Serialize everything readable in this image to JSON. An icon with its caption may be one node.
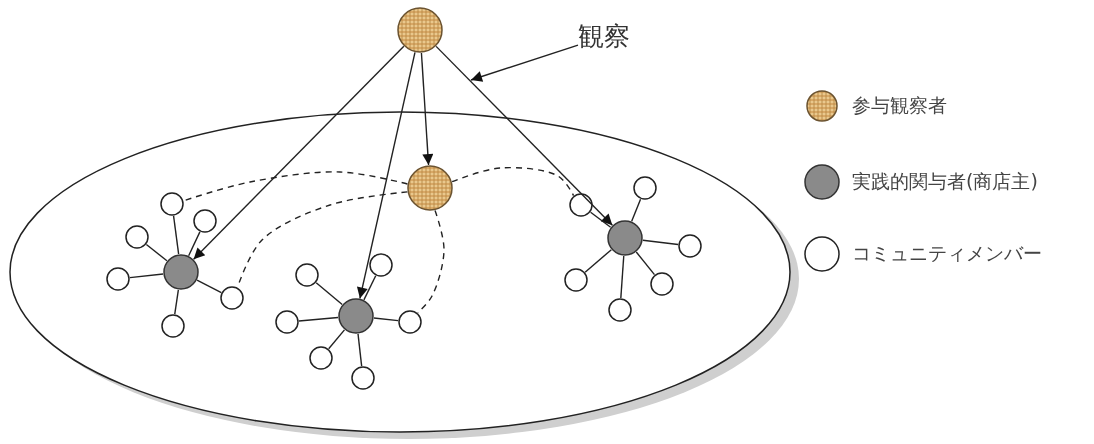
{
  "diagram": {
    "nodes": [
      {
        "text": [],
        "shape": "circle"
      },
      {
        "text": [
          "観察"
        ]
      },
      {
        "text": [],
        "shape": "ellipse"
      },
      {
        "text": [],
        "shape": "circle",
        "in": 2
      },
      {
        "text": [],
        "shape": "circle",
        "in": 2
      },
      {
        "text": [],
        "shape": "circle",
        "in": 2
      },
      {
        "text": [],
        "shape": "circle",
        "in": 2
      },
      {
        "text": [],
        "shape": "circle",
        "in": 2
      },
      {
        "text": [],
        "shape": "circle",
        "in": 2
      },
      {
        "text": [],
        "shape": "circle",
        "in": 2
      },
      {
        "text": [],
        "shape": "circle",
        "in": 2
      },
      {
        "text": [],
        "shape": "circle",
        "in": 2
      },
      {
        "text": [],
        "shape": "circle",
        "in": 2
      },
      {
        "text": [],
        "shape": "circle",
        "in": 2
      },
      {
        "text": [],
        "shape": "circle",
        "in": 2
      },
      {
        "text": [],
        "shape": "circle",
        "in": 2
      },
      {
        "text": [],
        "shape": "circle",
        "in": 2
      },
      {
        "text": [],
        "shape": "circle",
        "in": 2
      },
      {
        "text": [],
        "shape": "circle",
        "in": 2
      },
      {
        "text": [],
        "shape": "circle",
        "in": 2
      },
      {
        "text": [],
        "shape": "circle",
        "in": 2
      },
      {
        "text": [],
        "shape": "circle",
        "in": 2
      },
      {
        "text": [],
        "shape": "circle",
        "in": 2
      },
      {
        "text": [],
        "shape": "circle",
        "in": 2
      },
      {
        "text": [],
        "shape": "circle",
        "in": 2
      }
    ],
    "edges": [
      {
        "from": 0,
        "to": 4,
        "arrow": "to"
      },
      {
        "from": 0,
        "to": 11,
        "arrow": "to"
      },
      {
        "from": 0,
        "to": 3,
        "arrow": "to"
      },
      {
        "from": 0,
        "to": 18,
        "arrow": "to"
      },
      {
        "from": 1,
        "to": null,
        "arrow": "to"
      },
      {
        "from": 4,
        "to": 5,
        "arrow": "none"
      },
      {
        "from": 4,
        "to": 6,
        "arrow": "none"
      },
      {
        "from": 4,
        "to": 7,
        "arrow": "none"
      },
      {
        "from": 4,
        "to": 8,
        "arrow": "none"
      },
      {
        "from": 4,
        "to": 9,
        "arrow": "none"
      },
      {
        "from": 4,
        "to": 10,
        "arrow": "none"
      },
      {
        "from": 11,
        "to": 12,
        "arrow": "none"
      },
      {
        "from": 11,
        "to": 13,
        "arrow": "none"
      },
      {
        "from": 11,
        "to": 14,
        "arrow": "none"
      },
      {
        "from": 11,
        "to": 15,
        "arrow": "none"
      },
      {
        "from": 11,
        "to": 16,
        "arrow": "none"
      },
      {
        "from": 11,
        "to": 17,
        "arrow": "none"
      },
      {
        "from": 18,
        "to": 19,
        "arrow": "none"
      },
      {
        "from": 18,
        "to": 20,
        "arrow": "none"
      },
      {
        "from": 18,
        "to": 21,
        "arrow": "none"
      },
      {
        "from": 18,
        "to": 22,
        "arrow": "none"
      },
      {
        "from": 18,
        "to": 23,
        "arrow": "none"
      },
      {
        "from": 18,
        "to": 24,
        "arrow": "none"
      },
      {
        "from": 3,
        "to": 5,
        "arrow": "none",
        "style": "dashed"
      },
      {
        "from": 3,
        "to": 9,
        "arrow": "none",
        "style": "dashed"
      },
      {
        "from": 3,
        "to": 15,
        "arrow": "none",
        "style": "dashed"
      },
      {
        "from": 3,
        "to": 20,
        "arrow": "none",
        "style": "dashed"
      }
    ],
    "legend": [
      {
        "text": "参与観察者"
      },
      {
        "text": "実践的関与者(商店主)"
      },
      {
        "text": "コミュニティメンバー"
      }
    ]
  }
}
